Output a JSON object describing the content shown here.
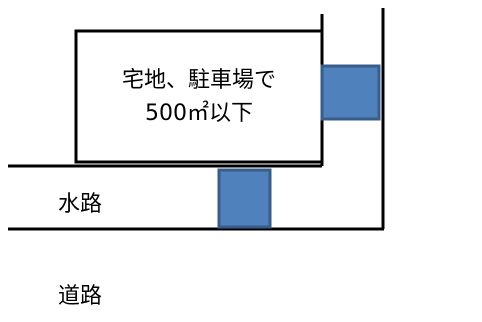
{
  "diagram": {
    "plot": {
      "line1": "宅地、駐車場で",
      "line2": "500㎡以下"
    },
    "waterway_label": "水路",
    "road_label": "道路",
    "colors": {
      "line": "#000000",
      "box_fill": "#4f81bd",
      "box_stroke": "#385d8a",
      "background": "#ffffff"
    }
  }
}
